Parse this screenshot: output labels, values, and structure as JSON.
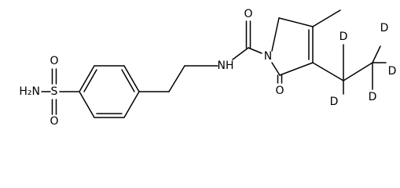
{
  "molecule": {
    "atoms": {
      "sulfonamide_n": "H₂N",
      "sulfur": "S",
      "sulfonyl_o_top": "O",
      "sulfonyl_o_bottom": "O",
      "amide_nh": "NH",
      "carbonyl_o_top": "O",
      "ring_n": "N",
      "lactam_o": "O",
      "deuterium_1": "D",
      "deuterium_2": "D",
      "deuterium_3": "D",
      "deuterium_4": "D",
      "deuterium_5": "D"
    }
  }
}
